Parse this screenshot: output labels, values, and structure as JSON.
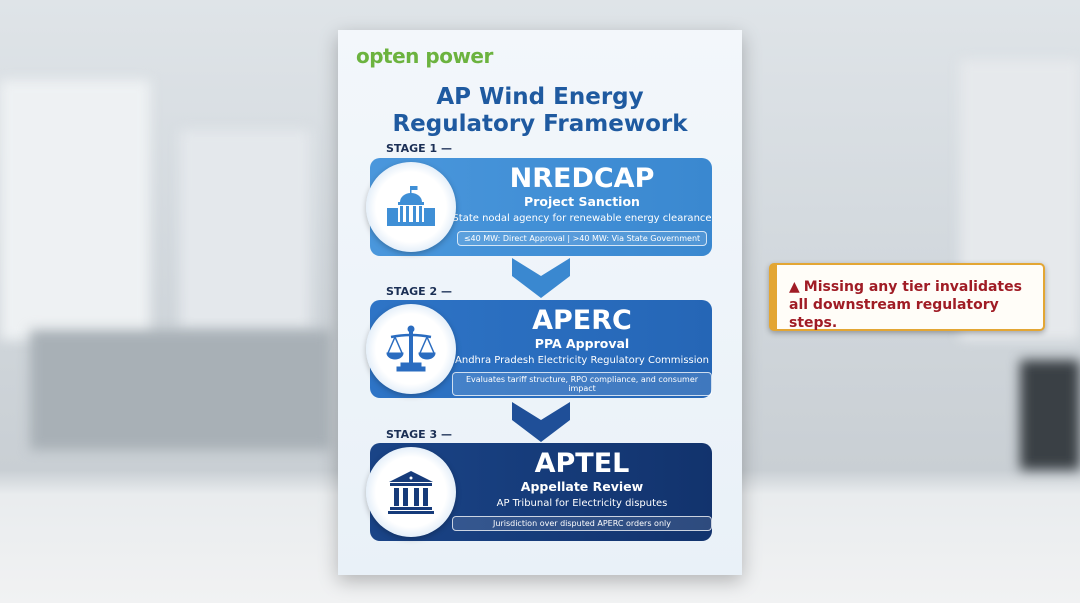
{
  "brand": "opten power",
  "title_line1": "AP Wind Energy",
  "title_line2": "Regulatory Framework",
  "stages": [
    {
      "label": "STAGE 1 —",
      "abbr": "NREDCAP",
      "subtitle": "Project Sanction",
      "description": "State nodal agency for renewable energy clearance",
      "note": "≤40 MW: Direct Approval  |  >40 MW: Via State Government",
      "icon": "government-building-icon",
      "color": "#3f8fd6"
    },
    {
      "label": "STAGE 2 —",
      "abbr": "APERC",
      "subtitle": "PPA Approval",
      "description": "Andhra Pradesh Electricity Regulatory Commission",
      "note": "Evaluates tariff structure, RPO compliance, and consumer impact",
      "icon": "scales-of-justice-icon",
      "color": "#2a6cc0"
    },
    {
      "label": "STAGE 3 —",
      "abbr": "APTEL",
      "subtitle": "Appellate Review",
      "description": "AP Tribunal for Electricity disputes",
      "note": "Jurisdiction over disputed APERC orders only",
      "icon": "courthouse-icon",
      "color": "#163b7a"
    }
  ],
  "alert": {
    "icon": "warning-triangle-icon",
    "text": "Missing any tier invalidates all downstream regulatory steps.",
    "text_color": "#a01c25",
    "border_color": "#e3a634"
  }
}
